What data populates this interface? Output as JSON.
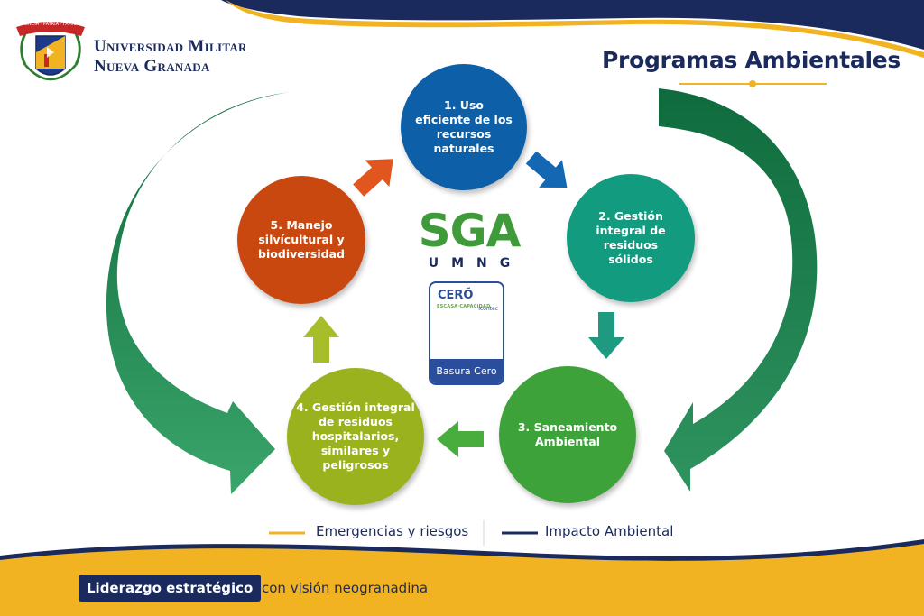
{
  "header": {
    "university_line1": "Universidad Militar",
    "university_line2": "Nueva Granada",
    "crest_motto": "CIENCIA · PATRIA · FAMILIA",
    "title": "Programas Ambientales"
  },
  "cycle": {
    "programs": [
      {
        "label": "1. Uso\neficiente de los\nrecursos\nnaturales",
        "color": "#0d5fa8"
      },
      {
        "label": "2. Gestión\nintegral de\nresiduos\nsólidos",
        "color": "#129b7f"
      },
      {
        "label": "3. Saneamiento\nAmbiental",
        "color": "#3ea23a"
      },
      {
        "label": "4. Gestión integral\nde residuos\nhospitalarios,\nsimilares y\npeligrosos",
        "color": "#99b21d"
      },
      {
        "label": "5. Manejo\nsilvícultural y\nbiodiversidad",
        "color": "#c9480f"
      }
    ]
  },
  "center": {
    "sga": "SGA",
    "umng": "UMNG",
    "badge_cero": "CERÕ",
    "badge_cero_sub": "ESCASA·CAPACIDAD",
    "badge_icontec": "icontec",
    "badge_label": "Basura Cero"
  },
  "legend": {
    "item1": "Emergencias y riesgos",
    "item1_color": "#f2b322",
    "item2": "Impacto Ambiental",
    "item2_color": "#1b2a5c"
  },
  "footer": {
    "slogan_bold": "Liderazgo estratégico",
    "slogan_rest": "con visión neogranadina"
  },
  "colors": {
    "navy": "#1b2a5c",
    "gold": "#f2b322",
    "green_arrow": "#1f8a52"
  }
}
